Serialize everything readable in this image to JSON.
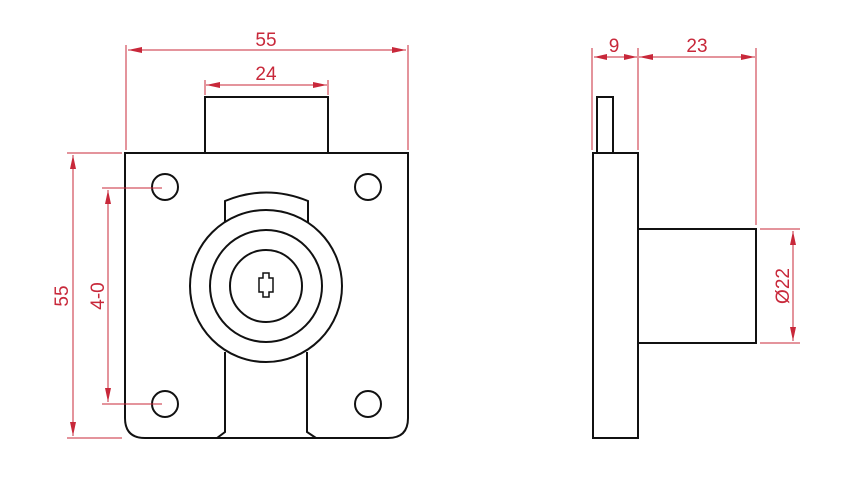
{
  "title": "Drawer lock technical drawing",
  "front_view": {
    "dim_overall_width": "55",
    "dim_bolt_width": "24",
    "dim_overall_height": "55",
    "dim_hole_spacing": "4-0"
  },
  "side_view": {
    "dim_plate_thickness": "9",
    "dim_cylinder_length": "23",
    "dim_cylinder_diameter": "Ø22"
  },
  "colors": {
    "outline": "#111111",
    "dimension": "#c8283a"
  }
}
